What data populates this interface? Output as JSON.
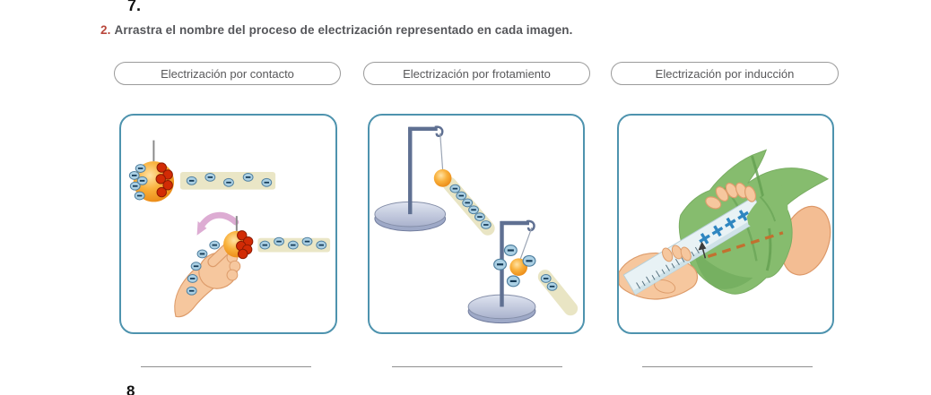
{
  "page": {
    "top_page_number": "7.",
    "next_page_number": "8",
    "exercise_number": "2.",
    "instruction": "Arrastra el nombre del proceso de electrización representado en cada imagen."
  },
  "draggable_labels": [
    "Electrización por contacto",
    "Electrización por frotamiento",
    "Electrización por inducción"
  ],
  "illustrations": [
    {
      "name": "charged-sphere-rod-and-hand-illustration"
    },
    {
      "name": "pendulum-ball-with-charged-rod-illustration"
    },
    {
      "name": "hands-rubbing-ruler-with-cloth-illustration"
    }
  ],
  "colors": {
    "box_border": "#4e93ae",
    "pill_border": "#9a9a9a",
    "pill_text": "#58585a",
    "exercise_number": "#b9473c",
    "instruction_text": "#55565a",
    "answer_line": "#8f8f8f",
    "negative_charge": "#abd0e4",
    "positive_charge_dot": "#d22b05",
    "plus_sign": "#2f86c0",
    "cloth_green": "#86bc6e",
    "skin": "#f6c79e"
  }
}
